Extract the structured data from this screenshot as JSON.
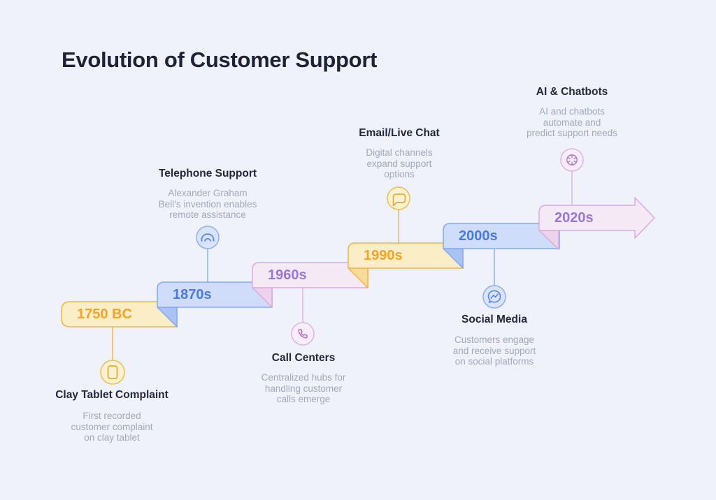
{
  "page": {
    "title": "Evolution of Customer Support",
    "background_color": "#EFF1FB",
    "title_color": "#1D2334"
  },
  "palette": {
    "yellow": {
      "band_fill": "#FBEEC6",
      "band_stroke": "#EFB54A",
      "fold_fill": "#F6DB99",
      "era_text": "#F0A428",
      "badge_fill": "#FCF2D0",
      "badge_stroke": "#E9BE55",
      "glyph": "#E8A93C"
    },
    "blue": {
      "band_fill": "#CFDDFB",
      "band_stroke": "#86A8EF",
      "fold_fill": "#A9C3F6",
      "era_text": "#4A7ADF",
      "badge_fill": "#D9E4FB",
      "badge_stroke": "#90AEEF",
      "glyph": "#5F86E2"
    },
    "pink": {
      "band_fill": "#F6E9F6",
      "band_stroke": "#D8ABDD",
      "fold_fill": "#EDD2EC",
      "era_text": "#9878D6",
      "badge_fill": "#F8EDF9",
      "badge_stroke": "#DBB5E5",
      "glyph": "#A871CC"
    }
  },
  "milestones": [
    {
      "era": "1750 BC",
      "title": "Clay Tablet Complaint",
      "description": "First recorded\ncustomer complaint\non clay tablet",
      "icon": "clay-tablet-icon",
      "color": "yellow",
      "label_position": "below"
    },
    {
      "era": "1870s",
      "title": "Telephone Support",
      "description": "Alexander Graham\nBell’s invention enables\nremote assistance",
      "icon": "telephone-icon",
      "color": "blue",
      "label_position": "above"
    },
    {
      "era": "1960s",
      "title": "Call Centers",
      "description": "Centralized hubs for\nhandling customer\ncalls emerge",
      "icon": "phone-call-icon",
      "color": "pink",
      "label_position": "below"
    },
    {
      "era": "1990s",
      "title": "Email/Live Chat",
      "description": "Digital channels\nexpand support\noptions",
      "icon": "chat-bubble-icon",
      "color": "yellow",
      "label_position": "above"
    },
    {
      "era": "2000s",
      "title": "Social Media",
      "description": "Customers engage\nand receive support\non social platforms",
      "icon": "messenger-icon",
      "color": "blue",
      "label_position": "below"
    },
    {
      "era": "2020s",
      "title": "AI & Chatbots",
      "description": "AI and chatbots\nautomate and\npredict support needs",
      "icon": "ai-chatbot-icon",
      "color": "pink",
      "label_position": "above"
    }
  ]
}
